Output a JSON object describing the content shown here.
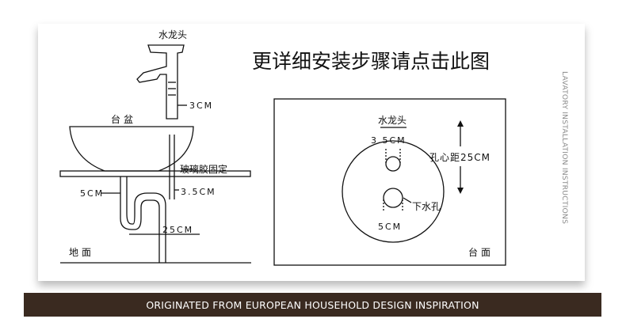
{
  "title": "更详细安装步骤请点击此图",
  "side_text": "LAVATORY INSTALLATION INSTRUCTIONS",
  "footer": "ORIGINATED FROM EUROPEAN HOUSEHOLD DESIGN INSPIRATION",
  "left": {
    "faucet": "水龙头",
    "height_label": "3CM",
    "basin": "台盆",
    "glue": "玻璃胶固定",
    "pipe_left": "5CM",
    "pipe_right": "3.5CM",
    "drain": "25CM",
    "floor": "地面"
  },
  "right": {
    "faucet": "水龙头",
    "faucet_hole": "3.5CM",
    "distance": "孔心距25CM",
    "drain_hole": "下水孔",
    "drain_size": "5CM",
    "countertop": "台面"
  }
}
